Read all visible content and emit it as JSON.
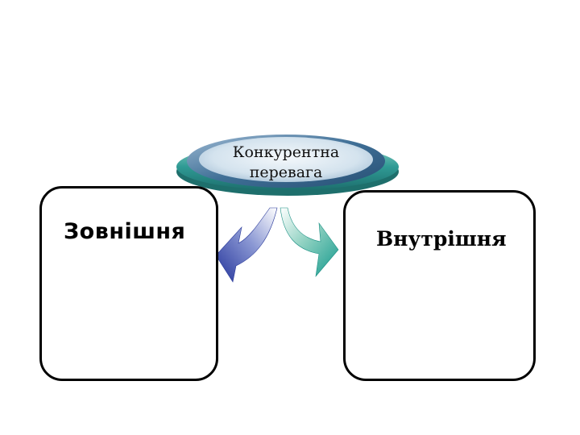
{
  "center": {
    "line1": "Конкурентна",
    "line2": "перевага"
  },
  "left_box": {
    "label": "Зовнішня"
  },
  "right_box": {
    "label": "Внутрішня"
  },
  "icons": {
    "left_arrow": "curved-arrow-left-icon",
    "right_arrow": "curved-arrow-right-icon"
  },
  "colors": {
    "outer_ring": "#2f9a94",
    "middle_ring": "#3f6f96",
    "inner_ellipse": "#cfe0ec",
    "left_arrow": "#2f3f9f",
    "right_arrow": "#1f9e8f",
    "box_border": "#000000"
  }
}
